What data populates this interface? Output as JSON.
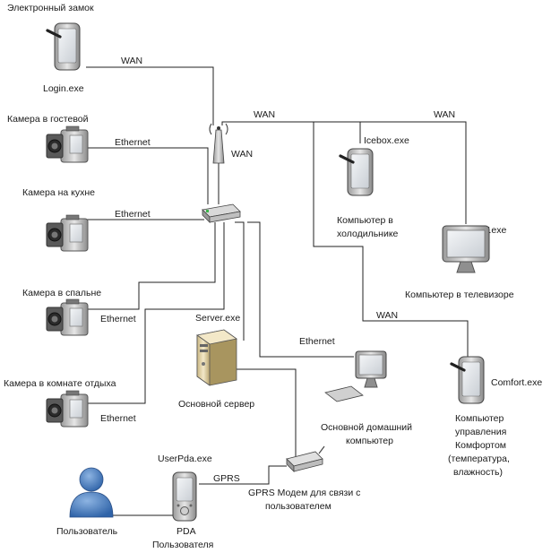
{
  "devices": {
    "lock": {
      "title": "Электронный замок",
      "exe": "Login.exe"
    },
    "cam_guest": {
      "title": "Камера в гостевой"
    },
    "cam_kitchen": {
      "title": "Камера на кухне"
    },
    "cam_bedroom": {
      "title": "Камера в спальне"
    },
    "cam_rest": {
      "title": "Камера в комнате отдыха"
    },
    "server": {
      "exe": "Server.exe",
      "title": "Основной сервер"
    },
    "icebox": {
      "exe": "Icebox.exe",
      "title_line1": "Компьютер в",
      "title_line2": "холодильнике"
    },
    "tv": {
      "exe": "TV.exe",
      "title": "Компьютер в телевизоре"
    },
    "comfort": {
      "exe": "Comfort.exe",
      "title_lines": [
        "Компьютер",
        "управления",
        "Комфортом",
        "(температура,",
        "влажность)"
      ]
    },
    "home_pc": {
      "title_line1": "Основной домашний",
      "title_line2": "компьютер"
    },
    "gprs_modem": {
      "title_line1": "GPRS Модем для связи с",
      "title_line2": "пользователем"
    },
    "pda": {
      "exe": "UserPda.exe",
      "title_line1": "PDA",
      "title_line2": "Пользователя"
    },
    "user": {
      "title": "Пользователь"
    }
  },
  "links": {
    "wan": "WAN",
    "ethernet": "Ethernet",
    "gprs": "GPRS"
  },
  "icons": {
    "tablet": "tablet-icon",
    "camera": "camcorder-icon",
    "router": "router-icon",
    "antenna": "wireless-antenna-icon",
    "server": "server-icon",
    "monitor": "monitor-icon",
    "desktop": "desktop-computer-icon",
    "modem": "modem-icon",
    "pda": "pda-icon",
    "user": "user-icon"
  },
  "colors": {
    "line": "#222222",
    "user_fill": "#4a7fbf",
    "server_fill": "#e8d9b0"
  }
}
